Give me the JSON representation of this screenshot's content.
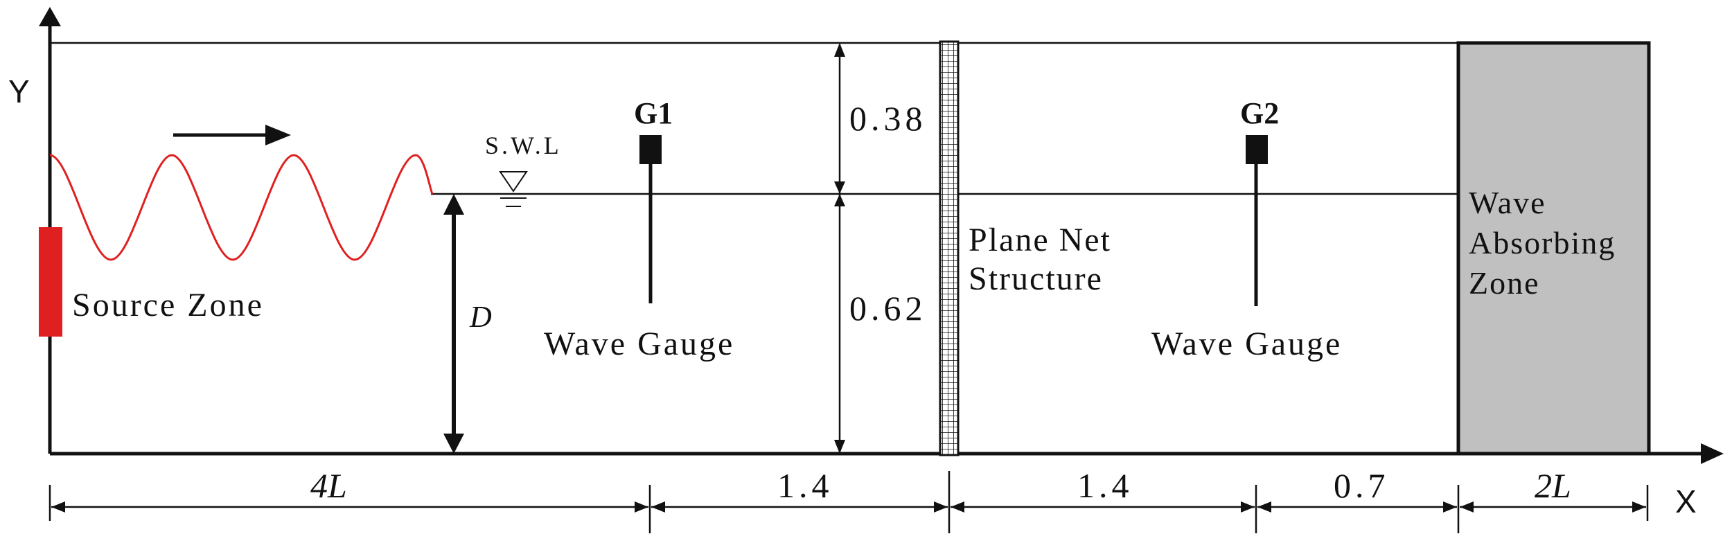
{
  "axes": {
    "y_label": "Y",
    "x_label": "X"
  },
  "water": {
    "swl_label": "S.W.L",
    "depth_label": "D"
  },
  "zones": {
    "source": "Source Zone",
    "absorbing_line1": "Wave",
    "absorbing_line2": "Absorbing",
    "absorbing_line3": "Zone"
  },
  "structure": {
    "line1": "Plane Net",
    "line2": "Structure"
  },
  "gauges": [
    {
      "id": "G1",
      "label": "Wave Gauge"
    },
    {
      "id": "G2",
      "label": "Wave Gauge"
    }
  ],
  "vertical_dims": {
    "upper": "0.38",
    "lower": "0.62"
  },
  "horizontal_dims": {
    "d1": "4L",
    "d2": "1.4",
    "d3": "1.4",
    "d4": "0.7",
    "d5": "2L"
  },
  "colors": {
    "wave": "#e02020",
    "source_block": "#e02020",
    "absorbing_zone": "#c0c0c0",
    "ink": "#111111"
  }
}
